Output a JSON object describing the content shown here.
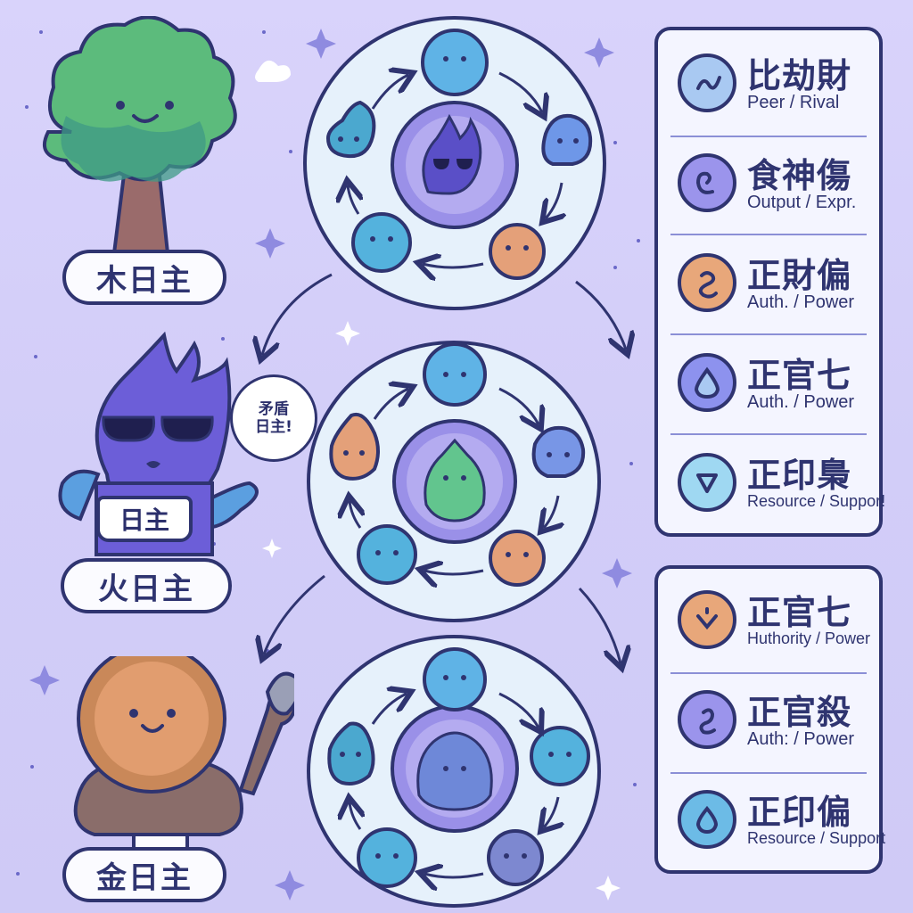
{
  "characters": {
    "wood_label": "木日主",
    "fire_label": "火日主",
    "metal_label": "金日主",
    "fire_shirt": "日主",
    "speech_bubble": "矛盾\n日主!"
  },
  "panel_top": [
    {
      "cn": "比劫財",
      "en": "Peer / Rival",
      "color": "#a9c9f2",
      "icon": "wave-icon"
    },
    {
      "cn": "食神傷",
      "en": "Output / Expr.",
      "color": "#9b94ec",
      "icon": "spiral-icon"
    },
    {
      "cn": "正財偏",
      "en": "Auth. / Power",
      "color": "#e8a77a",
      "icon": "knot-icon"
    },
    {
      "cn": "正官七",
      "en": "Auth. / Power",
      "color": "#8d92ee",
      "icon": "drop-icon"
    },
    {
      "cn": "正印梟",
      "en": "Resource / Suppor!",
      "color": "#9fd8f2",
      "icon": "triangle-icon"
    }
  ],
  "panel_bottom": [
    {
      "cn": "正官七",
      "en": "Huthority / Power",
      "color": "#e8a77a",
      "icon": "down-arrow-icon"
    },
    {
      "cn": "正官殺",
      "en": "Auth: / Power",
      "color": "#9b94ec",
      "icon": "knot-icon"
    },
    {
      "cn": "正印偏",
      "en": "Resource / Support",
      "color": "#6cbbe6",
      "icon": "drop-icon"
    }
  ],
  "palette": {
    "outline": "#2f3470",
    "blue_blob": "#5fb3e6",
    "teal_blob": "#4ba8cf",
    "periwinkle_blob": "#7896e6",
    "orange_blob": "#e4a079",
    "green_blob": "#62c58e",
    "purple_core": "#6e63d8"
  }
}
